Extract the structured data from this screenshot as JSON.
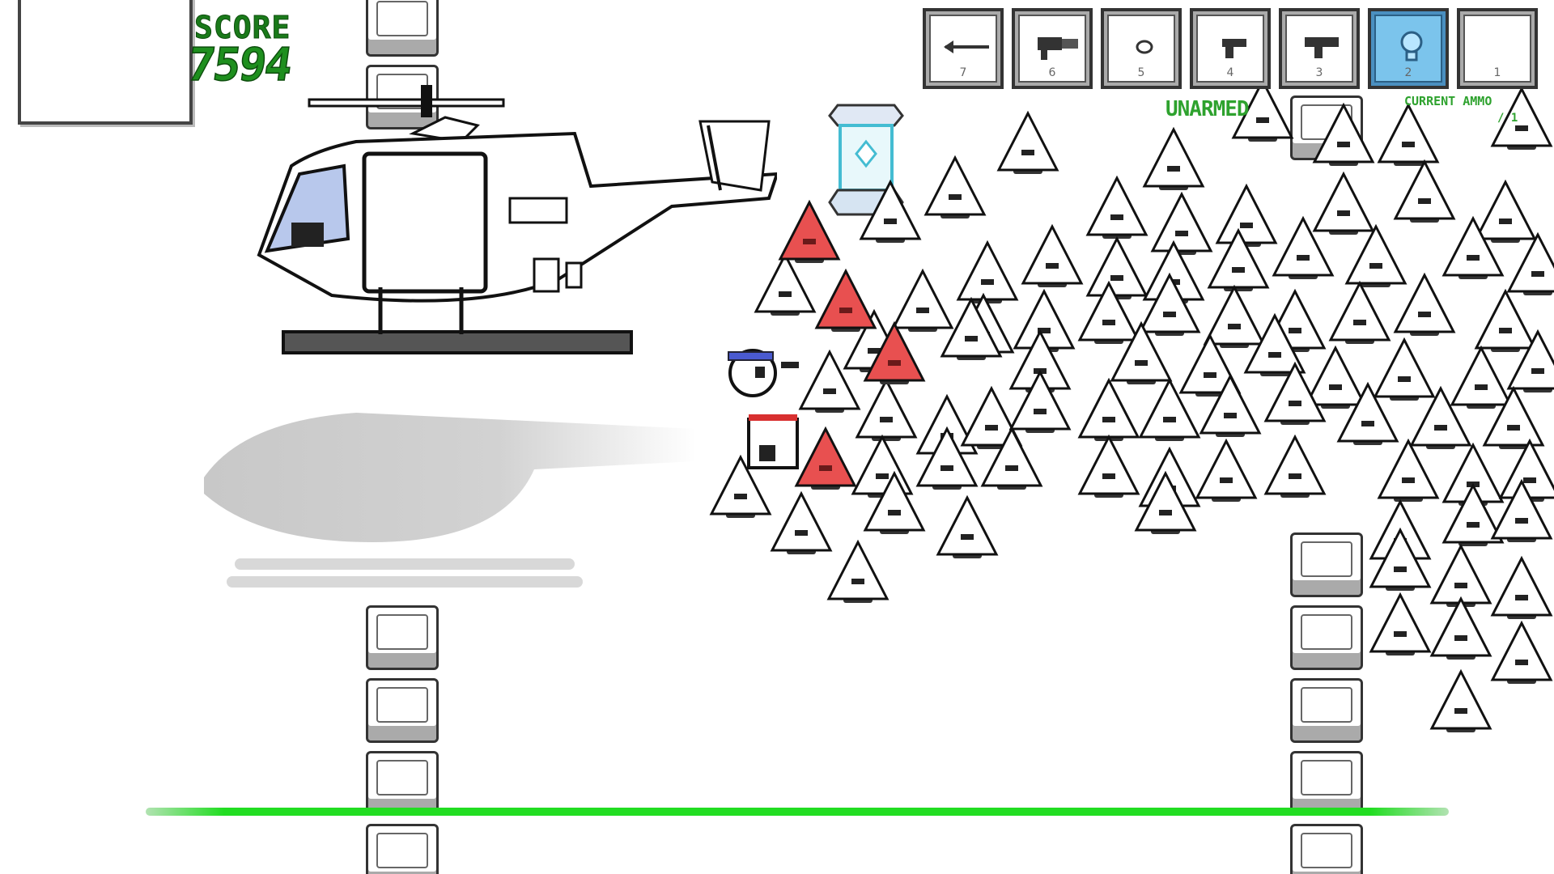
{
  "hud": {
    "score_label": "SCORE",
    "score_value": "7594",
    "weapon_name": "UNARMED",
    "ammo_label": "CURRENT AMMO",
    "ammo_value": "/ 1"
  },
  "hotbar": {
    "slots": [
      {
        "number": "7",
        "icon": "arrow-icon"
      },
      {
        "number": "6",
        "icon": "minigun-icon"
      },
      {
        "number": "5",
        "icon": "grenade-icon"
      },
      {
        "number": "4",
        "icon": "pistol-icon"
      },
      {
        "number": "3",
        "icon": "smg-icon"
      },
      {
        "number": "2",
        "icon": "lightbulb-icon",
        "selected": true
      },
      {
        "number": "1",
        "icon": "empty-slot"
      }
    ]
  },
  "colors": {
    "hud_green": "#1e8f1e",
    "health_green": "#22dd22",
    "selected_slot": "#7bc4ec",
    "enemy_red": "#e85050",
    "enemy_white": "#ffffff"
  },
  "player": {
    "health_fraction": 1.0
  }
}
